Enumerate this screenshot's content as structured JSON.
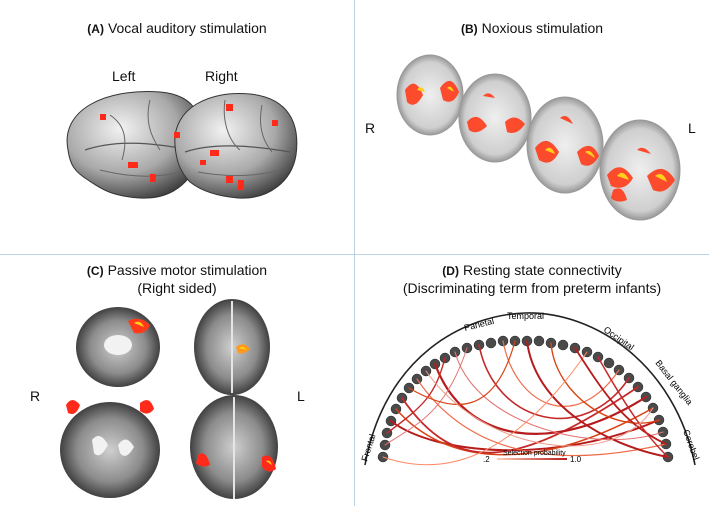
{
  "panels": {
    "a": {
      "letter": "(A)",
      "title": "Vocal auditory stimulation",
      "left_label": "Left",
      "right_label": "Right"
    },
    "b": {
      "letter": "(B)",
      "title": "Noxious stimulation",
      "r_label": "R",
      "l_label": "L"
    },
    "c": {
      "letter": "(C)",
      "title": "Passive motor stimulation",
      "subtitle": "(Right sided)",
      "r_label": "R",
      "l_label": "L"
    },
    "d": {
      "letter": "(D)",
      "title": "Resting state connectivity",
      "subtitle": "(Discriminating term from preterm infants)",
      "regions": [
        "Frontal",
        "Parietal",
        "Temporal",
        "Occipital",
        "Basal ganglia",
        "Cerebel."
      ],
      "legend": {
        "title": "Selection probability",
        "min": ".2",
        "max": "1.0"
      }
    }
  },
  "colors": {
    "divider": "#bcd3e6",
    "activation": "#ff2a1a",
    "activation_hot": "#ffd21a",
    "connection": "#b71c1c"
  }
}
